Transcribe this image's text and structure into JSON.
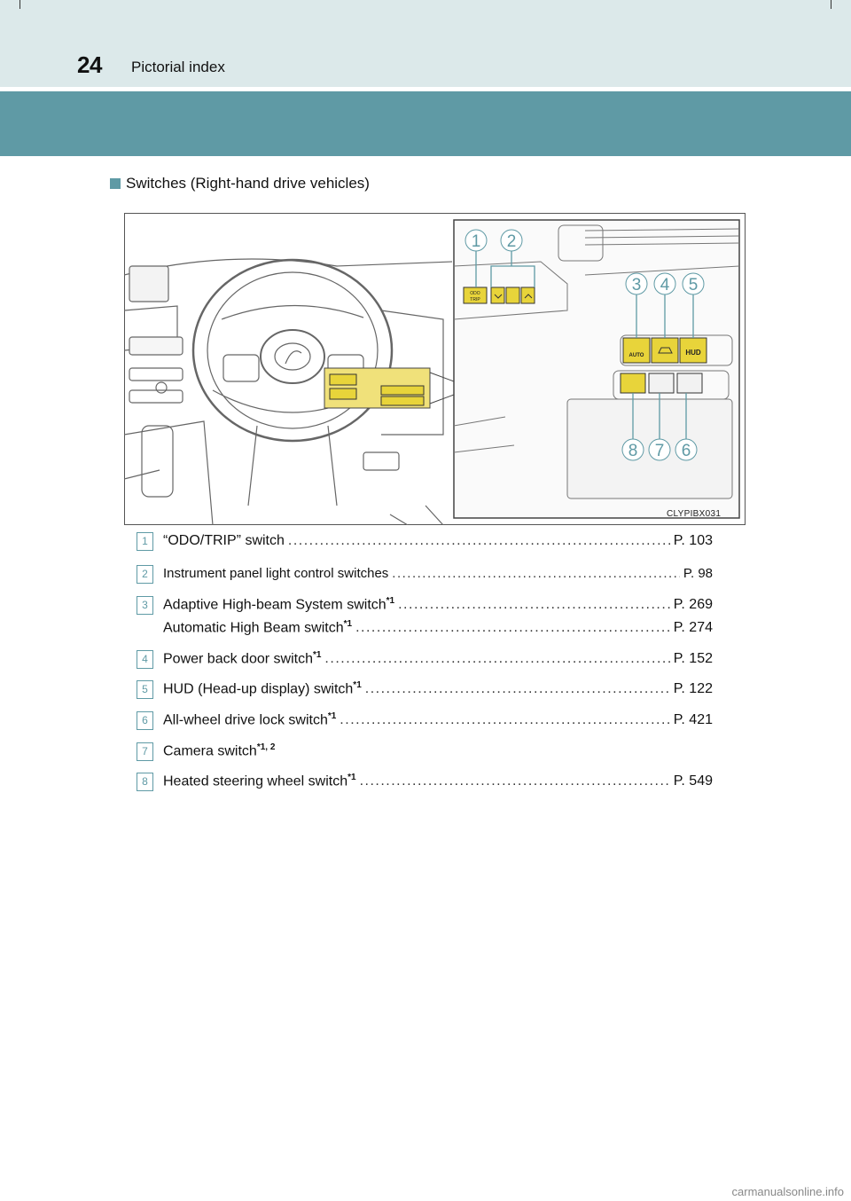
{
  "header": {
    "page_number": "24",
    "title": "Pictorial index"
  },
  "section": {
    "title": "Switches (Right-hand drive vehicles)"
  },
  "figure": {
    "code": "CLYPIBX031",
    "callouts": [
      "1",
      "2",
      "3",
      "4",
      "5",
      "8",
      "7",
      "6"
    ],
    "switch_labels": [
      "ODO TRIP",
      "AUTO",
      "HUD"
    ]
  },
  "items": [
    {
      "num": "1",
      "label": "“ODO/TRIP” switch",
      "sup": "",
      "page": "P. 103"
    },
    {
      "num": "2",
      "label": "Instrument panel light control switches",
      "sup": "",
      "page": "P. 98"
    },
    {
      "num": "3",
      "label": "Adaptive High-beam System switch",
      "sup": "*1",
      "page": "P. 269",
      "label2": "Automatic High Beam switch",
      "sup2": "*1",
      "page2": "P. 274"
    },
    {
      "num": "4",
      "label": "Power back door switch",
      "sup": "*1",
      "page": "P. 152"
    },
    {
      "num": "5",
      "label": "HUD (Head-up display) switch",
      "sup": "*1",
      "page": "P. 122"
    },
    {
      "num": "6",
      "label": "All-wheel drive lock switch",
      "sup": "*1",
      "page": "P. 421"
    },
    {
      "num": "7",
      "label": "Camera switch",
      "sup": "*1, 2",
      "page": ""
    },
    {
      "num": "8",
      "label": "Heated steering wheel switch",
      "sup": "*1",
      "page": "P. 549"
    }
  ],
  "footer": {
    "watermark": "carmanualsonline.info"
  },
  "colors": {
    "header_bg": "#dce9ea",
    "band": "#5f9aa5",
    "accent": "#5f9aa5",
    "switch_yellow": "#e8d43a"
  }
}
